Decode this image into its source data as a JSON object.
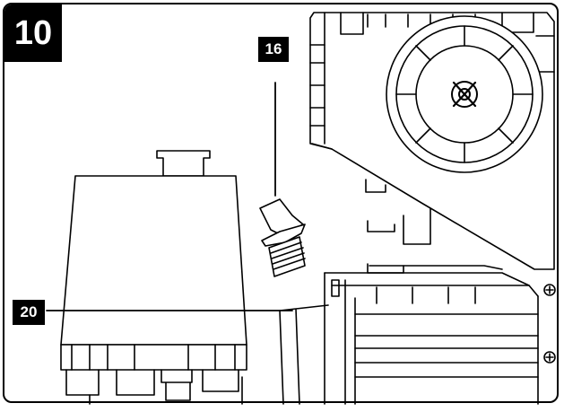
{
  "figure": {
    "step_number": "10",
    "callouts": [
      {
        "id": "16",
        "label": "16"
      },
      {
        "id": "20",
        "label": "20"
      }
    ]
  },
  "colors": {
    "line": "#000000",
    "background": "#ffffff"
  }
}
